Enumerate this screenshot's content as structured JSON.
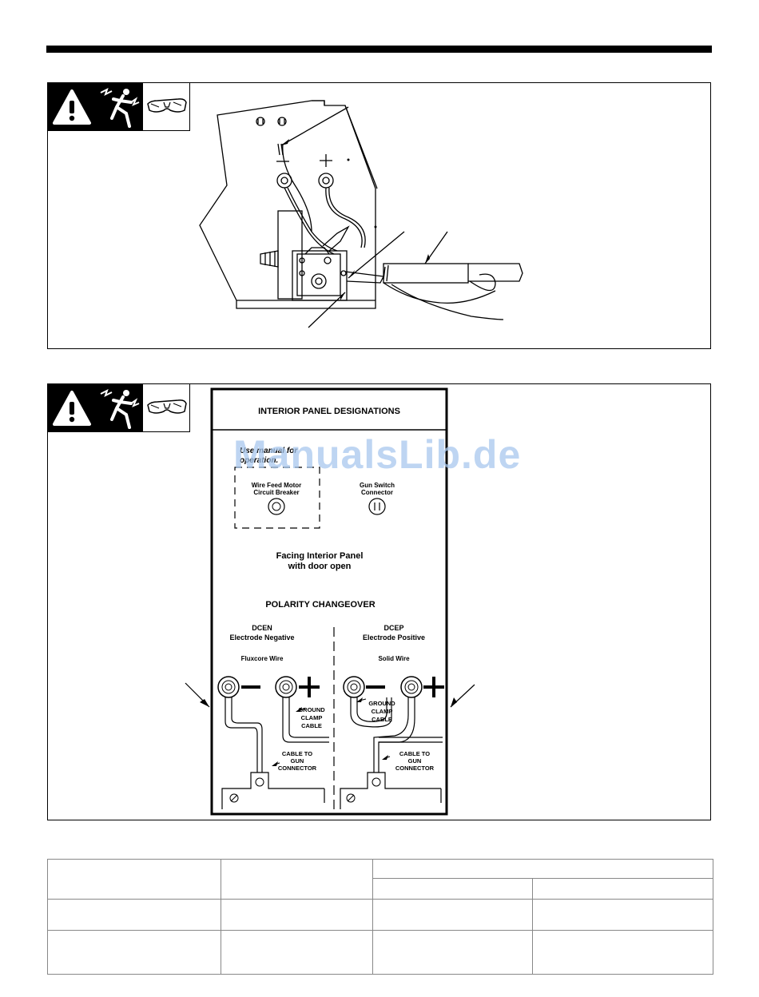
{
  "section2": {
    "panel": {
      "title": "INTERIOR PANEL DESIGNATIONS",
      "note_line1": "Use manual for",
      "note_line2": "operation.",
      "breaker_line1": "Wire Feed Motor",
      "breaker_line2": "Circuit Breaker",
      "gun_switch_line1": "Gun Switch",
      "gun_switch_line2": "Connector",
      "facing_line1": "Facing Interior Panel",
      "facing_line2": "with door open",
      "polarity_title": "POLARITY CHANGEOVER",
      "dcen_line1": "DCEN",
      "dcen_line2": "Electrode Negative",
      "dcen_wire": "Fluxcore Wire",
      "dcep_line1": "DCEP",
      "dcep_line2": "Electrode Positive",
      "dcep_wire": "Solid Wire",
      "ground_line1": "GROUND",
      "ground_line2": "CLAMP",
      "ground_line3": "CABLE",
      "gun_line1": "CABLE TO",
      "gun_line2": "GUN",
      "gun_line3": "CONNECTOR"
    }
  },
  "watermark": "ManualsLib.de"
}
